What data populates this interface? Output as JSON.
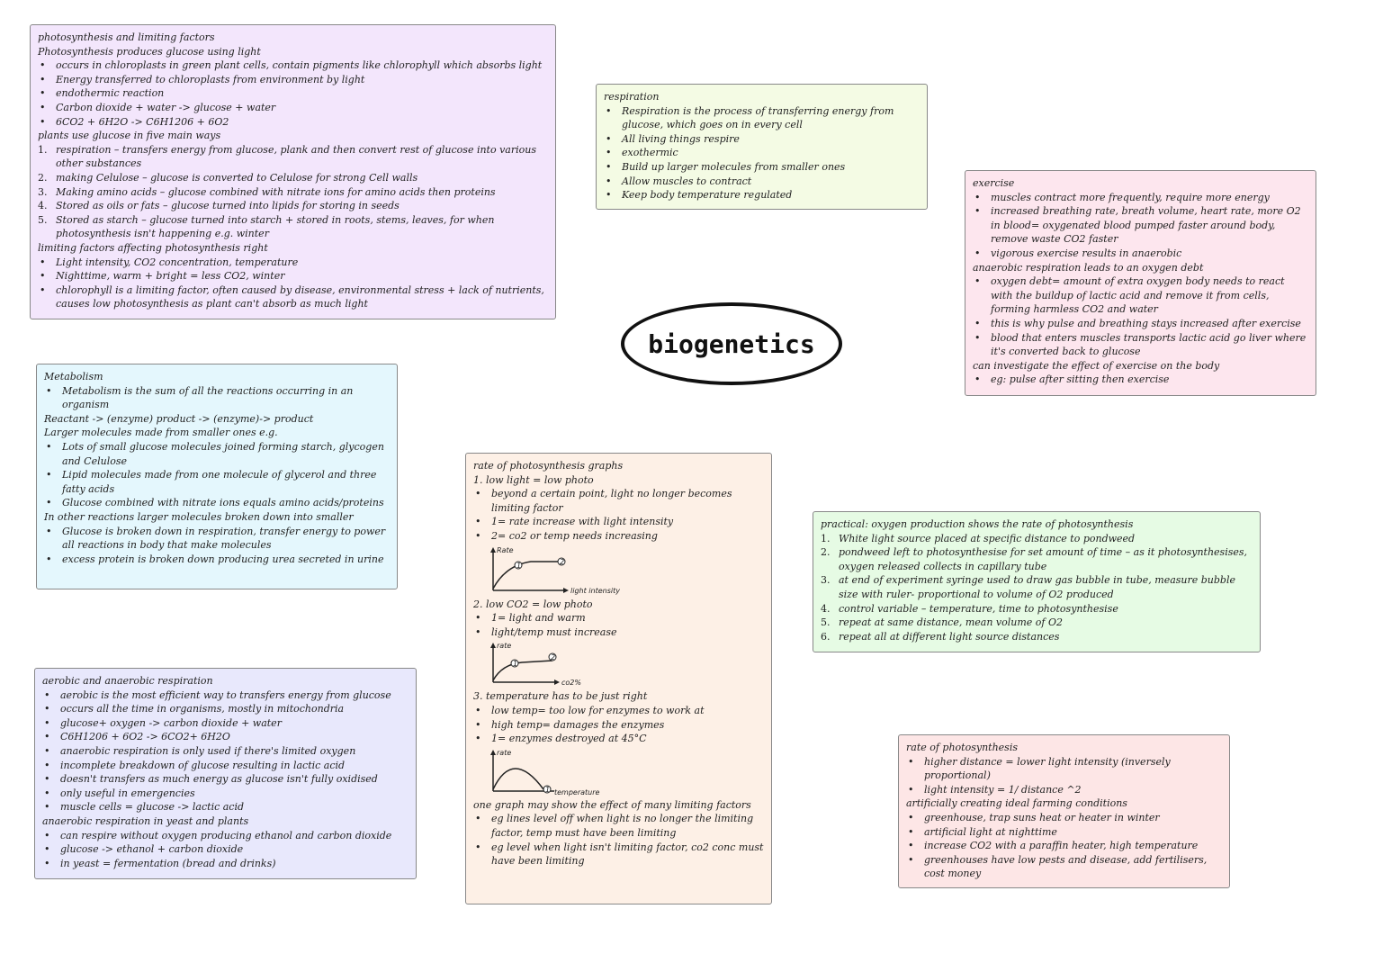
{
  "title": "biogenetics",
  "photosynthesis": {
    "title": "photosynthesis and limiting factors",
    "intro": "Photosynthesis produces glucose using light",
    "bullets": [
      "occurs in chloroplasts in green plant cells, contain pigments like chlorophyll which absorbs light",
      "Energy transferred to chloroplasts from environment by light",
      "endothermic reaction",
      "Carbon dioxide + water -> glucose + water",
      "6CO2 + 6H2O -> C6H1206 + 6O2"
    ],
    "uses_heading": "plants use glucose in five main ways",
    "uses": [
      {
        "n": "1.",
        "text": "respiration – transfers energy from glucose, plank and then convert rest of glucose into various other substances"
      },
      {
        "n": "2.",
        "text": "making Celulose – glucose is converted to Celulose for strong Cell walls"
      },
      {
        "n": "3.",
        "text": "Making amino acids – glucose combined with nitrate ions for amino acids then proteins"
      },
      {
        "n": "4.",
        "text": "Stored as oils or fats – glucose turned into lipids for storing in seeds"
      },
      {
        "n": "5.",
        "text": "Stored as starch – glucose turned into starch + stored in roots, stems, leaves, for when photosynthesis isn't happening e.g. winter"
      }
    ],
    "limiting_heading": "limiting factors affecting photosynthesis right",
    "limiting": [
      "Light intensity, CO2 concentration, temperature",
      "Nighttime, warm + bright = less CO2, winter",
      "chlorophyll is a limiting factor, often caused by disease, environmental stress + lack of nutrients, causes low photosynthesis as plant can't absorb as much light"
    ]
  },
  "respiration": {
    "title": "respiration",
    "bullets": [
      "Respiration is the process of transferring energy from glucose, which goes on in every cell",
      "All living things respire",
      "exothermic",
      "Build up larger molecules from smaller ones",
      "Allow muscles to contract",
      "Keep body temperature regulated"
    ]
  },
  "exercise": {
    "title": "exercise",
    "bullets1": [
      "muscles contract more frequently, require more energy",
      "increased breathing rate, breath volume, heart rate, more O2 in blood= oxygenated blood pumped faster around body, remove waste CO2 faster",
      "vigorous exercise results in anaerobic"
    ],
    "debt_heading": "anaerobic respiration leads to an oxygen debt",
    "bullets2": [
      "oxygen debt= amount of extra oxygen body needs to react with the buildup of lactic acid and remove it from cells, forming harmless CO2 and water",
      "this is why pulse and breathing stays increased after exercise",
      "blood that enters muscles transports lactic acid go liver where it's converted back to glucose"
    ],
    "investigate_heading": "can investigate the effect of exercise on the body",
    "bullets3": [
      "eg: pulse after sitting then exercise"
    ]
  },
  "metabolism": {
    "title": "Metabolism",
    "bullet1": "Metabolism is the sum of all the reactions occurring in an organism",
    "reaction": "Reactant -> (enzyme) product -> (enzyme)-> product",
    "larger_heading": "Larger molecules made from smaller ones e.g.",
    "larger": [
      "Lots of small glucose molecules joined forming starch, glycogen and Celulose",
      "Lipid molecules made from one molecule of glycerol and three fatty acids",
      "Glucose combined with nitrate ions equals amino acids/proteins"
    ],
    "broken_heading": "In other reactions larger molecules broken down into smaller",
    "broken": [
      "Glucose is broken down in respiration, transfer energy to power all reactions in body that make molecules",
      "excess protein is broken down producing urea secreted in urine"
    ]
  },
  "graphs": {
    "title": "rate of photosynthesis graphs",
    "s1": {
      "head": "1.  low light = low photo",
      "bullets": [
        "beyond a certain point, light no longer becomes limiting factor",
        "1= rate increase with light intensity",
        "2= co2 or temp needs increasing"
      ],
      "ylabel": "Rate",
      "xlabel": "light intensity",
      "m1": "1",
      "m2": "2"
    },
    "s2": {
      "head": "2. low CO2 = low photo",
      "bullets": [
        "1= light and warm",
        "light/temp must increase"
      ],
      "ylabel": "rate",
      "xlabel": "co2%",
      "m1": "1",
      "m2": "2"
    },
    "s3": {
      "head": "3. temperature has to be just right",
      "bullets": [
        "low temp= too low for enzymes to work at",
        "high temp= damages the enzymes",
        "1= enzymes destroyed at 45°C"
      ],
      "ylabel": "rate",
      "xlabel": "temperature",
      "m1": "1"
    },
    "many_heading": "one graph may show the effect of many limiting factors",
    "many": [
      "eg lines level off when light is no longer the limiting factor, temp must have been limiting",
      "eg level when light isn't limiting factor, co2 conc must have been limiting"
    ]
  },
  "practical": {
    "title": "practical: oxygen production shows the rate of photosynthesis",
    "steps": [
      {
        "n": "1.",
        "text": "White light source placed at specific distance to pondweed"
      },
      {
        "n": "2.",
        "text": "pondweed left to photosynthesise for set amount of time – as it photosynthesises, oxygen released collects in capillary tube"
      },
      {
        "n": "3.",
        "text": "at end of experiment syringe used to draw gas bubble in tube, measure bubble size with ruler-  proportional to volume of O2 produced"
      },
      {
        "n": "4.",
        "text": "control variable – temperature, time to photosynthesise"
      },
      {
        "n": "5.",
        "text": "repeat at same distance, mean volume of O2"
      },
      {
        "n": "6.",
        "text": "repeat all at different light source distances"
      }
    ]
  },
  "aerobic": {
    "title": "aerobic and anaerobic respiration",
    "bullets1": [
      "aerobic is the most efficient way to transfers energy from glucose",
      "occurs all the time in organisms, mostly in mitochondria",
      "glucose+ oxygen -> carbon dioxide + water",
      "C6H1206 + 6O2 -> 6CO2+ 6H2O",
      "anaerobic respiration is only used if there's limited oxygen",
      "incomplete breakdown of glucose resulting in lactic acid",
      "doesn't transfers as much energy as glucose isn't fully oxidised",
      "only useful in emergencies",
      "muscle cells = glucose -> lactic acid"
    ],
    "yeast_heading": "anaerobic respiration in yeast and plants",
    "bullets2": [
      "can respire without oxygen producing ethanol and carbon dioxide",
      "glucose -> ethanol + carbon dioxide",
      "in yeast = fermentation (bread and drinks)"
    ]
  },
  "rate": {
    "title": "rate of photosynthesis",
    "bullets1": [
      "higher distance = lower light intensity (inversely proportional)",
      "light intensity = 1/ distance ^2"
    ],
    "farming_heading": "artificially creating ideal farming conditions",
    "bullets2": [
      "greenhouse, trap suns heat or heater in winter",
      "artificial light at nighttime",
      "increase CO2 with a paraffin heater, high temperature",
      "greenhouses have low pests and disease, add fertilisers, cost money"
    ]
  }
}
